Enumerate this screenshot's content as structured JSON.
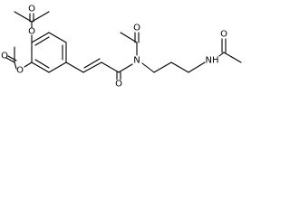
{
  "molecule": {
    "atom_labels": {
      "o_ester1_top": "O",
      "o_ester1_ring": "O",
      "o_ester2_left": "O",
      "o_ester2_ring": "O",
      "o_amide1": "O",
      "n_amide": "N",
      "o_acetyl_n": "O",
      "nh_terminal": "NH",
      "o_terminal": "O"
    },
    "colors": {
      "bond": "#000000",
      "label": "#000000",
      "background": "#ffffff"
    }
  }
}
